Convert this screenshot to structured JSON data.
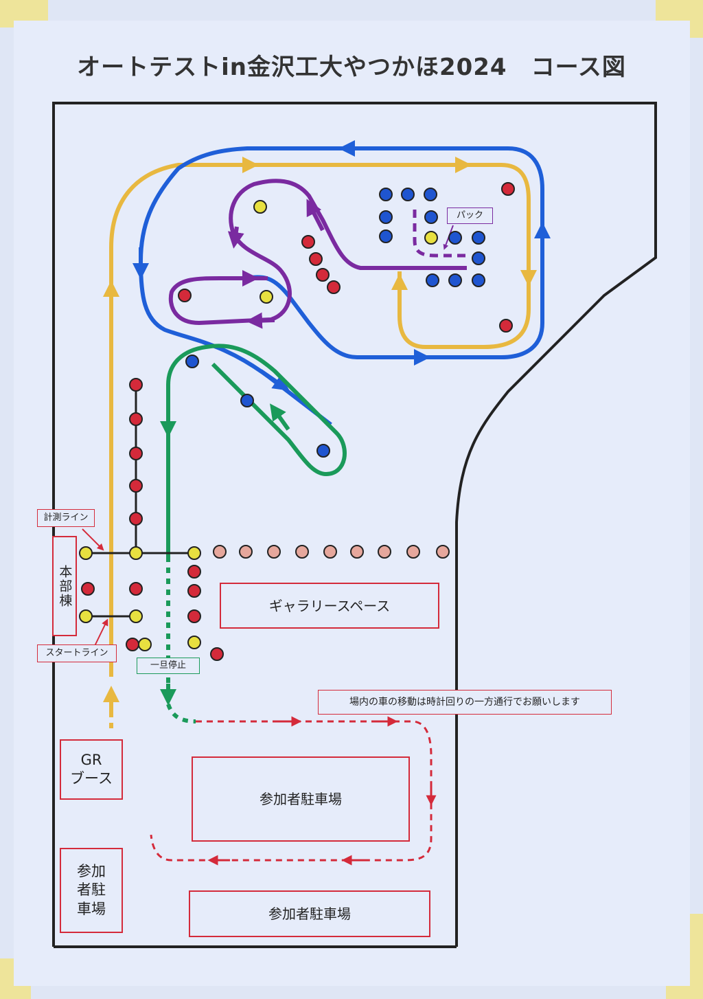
{
  "title": "オートテストin金沢工大やつかほ2024　コース図",
  "labels": {
    "pack": "パック",
    "measure_line": "計測ライン",
    "start_line": "スタートライン",
    "headquarters": "本部棟",
    "gallery": "ギャラリースペース",
    "stop": "一旦停止",
    "notice": "場内の車の移動は時計回りの一方通行でお願いします",
    "gr_booth_line1": "GR",
    "gr_booth_line2": "ブース",
    "parking_left_line1": "参加",
    "parking_left_line2": "者駐",
    "parking_left_line3": "車場",
    "parking_upper": "参加者駐車場",
    "parking_lower": "参加者駐車場"
  },
  "colors": {
    "background": "#e6ecfa",
    "yellow_route": "#e8b840",
    "blue_route": "#1f5fd8",
    "purple_route": "#7a2aa0",
    "green_route": "#1a9a5a",
    "red_route": "#d42a3a",
    "cone_red": "#d42a3a",
    "cone_yellow": "#e8e040",
    "cone_blue": "#1f55d0",
    "cone_pink": "#e6a79c",
    "boundary": "#222222"
  }
}
